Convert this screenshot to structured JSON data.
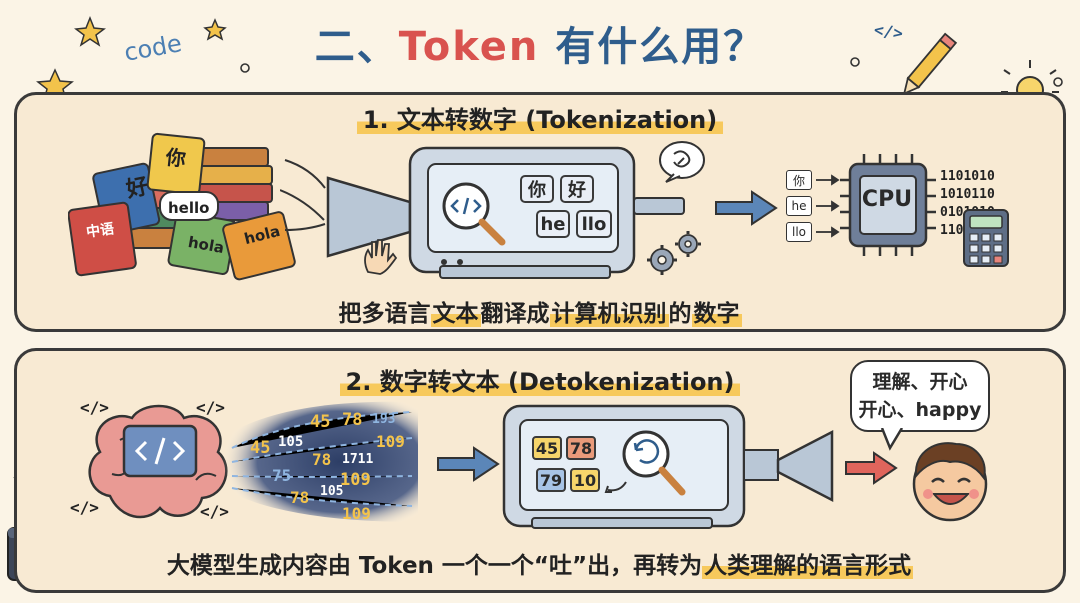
{
  "title": {
    "part1": "二、",
    "part2": "Token",
    "part3": " 有什么用？"
  },
  "deco": {
    "code_word": "code",
    "code_symbol": "</>"
  },
  "section1": {
    "heading": "1. 文本转数字 (Tokenization)",
    "books": [
      "好",
      "你",
      "中语",
      "hello",
      "hola",
      "hola"
    ],
    "tokens": [
      "你",
      "好",
      "he",
      "llo"
    ],
    "id_boxes": [
      "你",
      "he",
      "llo"
    ],
    "cpu_label": "CPU",
    "binary": [
      "1101010",
      "1010110",
      "0101010",
      "1101010"
    ],
    "caption": {
      "a": "把多语言",
      "b": "文本",
      "c": "翻译成",
      "d": "计算机识别",
      "e": "的",
      "f": "数字"
    }
  },
  "section2": {
    "heading": "2. 数字转文本 (Detokenization)",
    "stream_numbers": [
      "45",
      "78",
      "193",
      "45",
      "105",
      "109",
      "78",
      "1711",
      "75",
      "109",
      "78",
      "105",
      "109"
    ],
    "machine_numbers": [
      "45",
      "78",
      "79",
      "10"
    ],
    "speech": {
      "line1": "理解、开心",
      "line2": "开心、happy"
    },
    "caption": {
      "a": "大模型生成内容由 Token 一个一个“吐”出，再转为",
      "b": "人类理解的语言形式"
    }
  },
  "colors": {
    "panel_bg": "#f8ead3",
    "highlight": "#f7c95c",
    "blue": "#2f5d8c",
    "red": "#d9534f"
  }
}
